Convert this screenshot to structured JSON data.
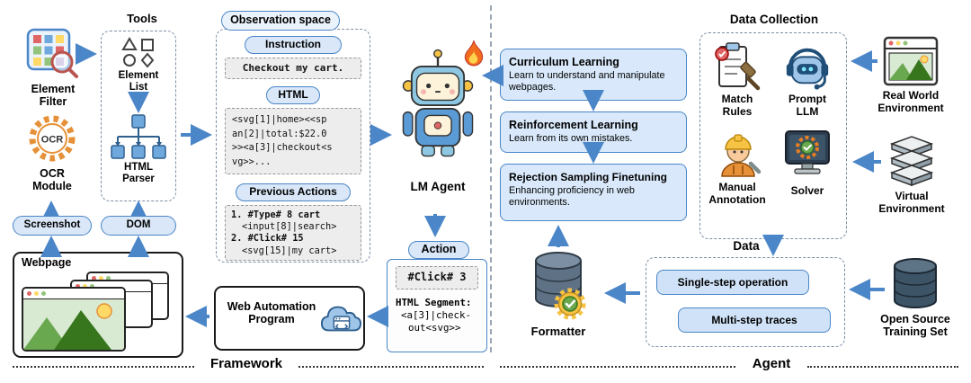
{
  "framework": {
    "section_label": "Framework",
    "element_filter_label": "Element Filter",
    "tools_label": "Tools",
    "element_list_label": "Element List",
    "ocr_label": "OCR",
    "ocr_module_label": "OCR Module",
    "html_parser_label": "HTML Parser",
    "screenshot_label": "Screenshot",
    "dom_label": "DOM",
    "webpage_label": "Webpage",
    "observation": {
      "title": "Observation space",
      "instruction_label": "Instruction",
      "instruction_text": "Checkout my cart.",
      "html_label": "HTML",
      "html_lines": [
        "<svg[1]|home><<sp",
        "an[2]|total:$22.0",
        ">><a[3]|checkout<s",
        "vg>>..."
      ],
      "previous_actions_label": "Previous Actions",
      "previous_action_lines": [
        "1. #Type# 8 cart",
        "<input[8]|search>",
        "2. #Click# 15",
        "<svg[15]|my cart>"
      ]
    },
    "lm_agent_label": "LM Agent",
    "action": {
      "label": "Action",
      "command": "#Click# 3",
      "segment_label": "HTML Segment:",
      "segment_lines": [
        "<a[3]|check-",
        "out<svg>>"
      ]
    },
    "web_automation_label": "Web Automation Program"
  },
  "agent": {
    "section_label": "Agent",
    "training_stages": [
      {
        "title": "Curriculum Learning",
        "description": "Learn to understand and manipulate webpages."
      },
      {
        "title": "Reinforcement Learning",
        "description": "Learn from its own mistakes."
      },
      {
        "title": "Rejection Sampling Finetuning",
        "description": "Enhancing proficiency in web environments."
      }
    ],
    "formatter_label": "Formatter",
    "data_collection": {
      "title": "Data Collection",
      "match_rules_label": "Match Rules",
      "prompt_llm_label": "Prompt LLM",
      "manual_annotation_label": "Manual Annotation",
      "solver_label": "Solver"
    },
    "real_world_label": "Real World Environment",
    "virtual_env_label": "Virtual Environment",
    "data": {
      "title": "Data",
      "single_step_label": "Single-step operation",
      "multi_step_label": "Multi-step traces"
    },
    "open_source_label": "Open Source Training Set"
  },
  "colors": {
    "arrow_blue": "#4a86c8",
    "panel_blue": "#d9e9fb",
    "badge_blue": "#d9e7f8"
  }
}
